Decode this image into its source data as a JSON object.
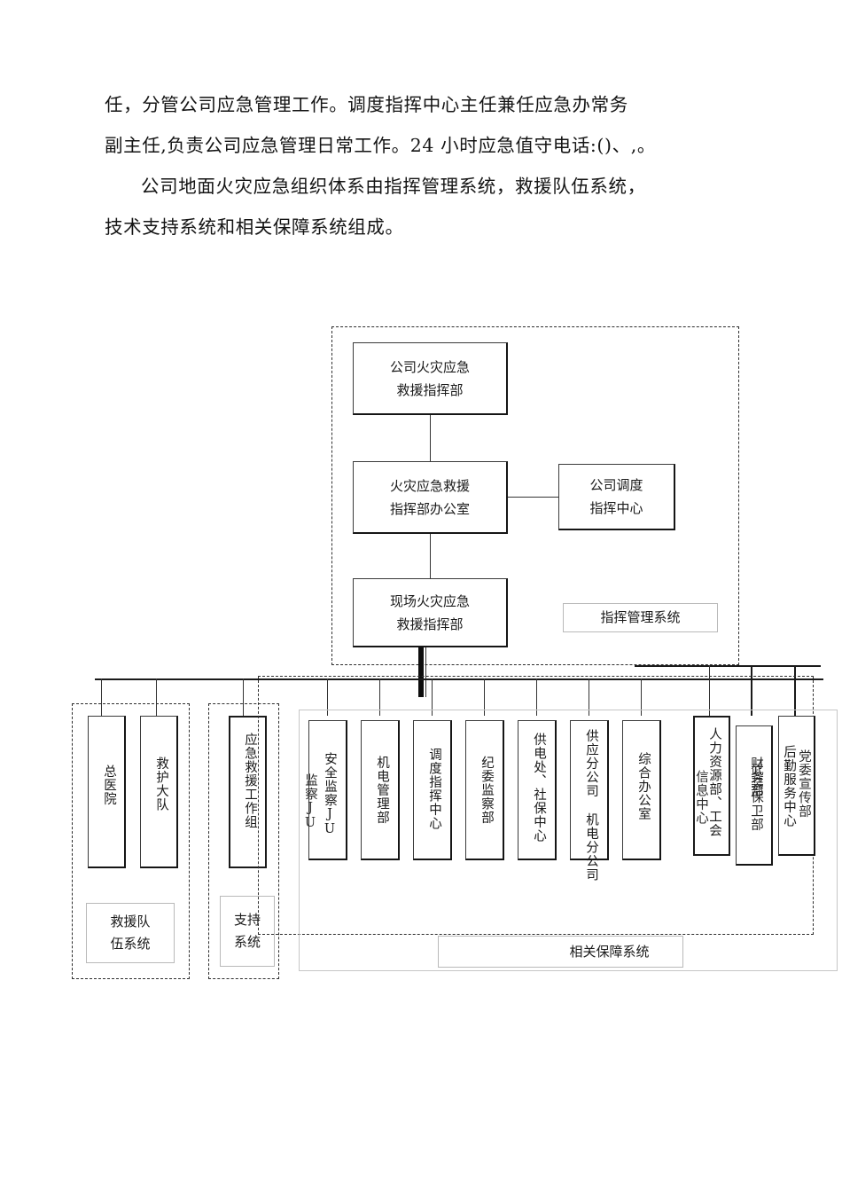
{
  "document": {
    "paragraphs": [
      "任，分管公司应急管理工作。调度指挥中心主任兼任应急办常务",
      "副主任,负责公司应急管理日常工作。24 小时应急值守电话:()、,。",
      "公司地面火灾应急组织体系由指挥管理系统，救援队伍系统，",
      "技术支持系统和相关保障系统组成。"
    ]
  },
  "diagram": {
    "command_boxes": {
      "hq": "公司火灾应急\n救援指挥部",
      "office": "火灾应急救援\n指挥部办公室",
      "dispatch_center": "公司调度\n指挥中心",
      "site_hq": "现场火灾应急\n救援指挥部"
    },
    "system_labels": {
      "command_management": "指挥管理系统",
      "rescue_team": "救援队\n伍系统",
      "support": "支持\n系统",
      "related_support": "相关保障系统"
    },
    "rescue_units": [
      {
        "label": "总医院"
      },
      {
        "label": "救护大队"
      }
    ],
    "support_units": [
      {
        "label": "应急救援工作组"
      }
    ],
    "department_units": [
      {
        "label": "安全监察JU",
        "overlay": "监察JU"
      },
      {
        "label": "机电管理部",
        "overlay": ""
      },
      {
        "label": "调度指挥中心",
        "overlay": ""
      },
      {
        "label": "纪委监察部",
        "overlay": ""
      },
      {
        "label": "供电处、社保中心",
        "overlay": ""
      },
      {
        "label": "供应分公司 机电分公司",
        "overlay": ""
      },
      {
        "label": "综合办公室",
        "overlay": ""
      },
      {
        "label": "人力资源部、工会",
        "overlay": "信息中心"
      },
      {
        "label": "财务部",
        "overlay": "武装保卫部"
      },
      {
        "label": "后勤服务中心",
        "overlay": "党委宣传部"
      }
    ]
  }
}
